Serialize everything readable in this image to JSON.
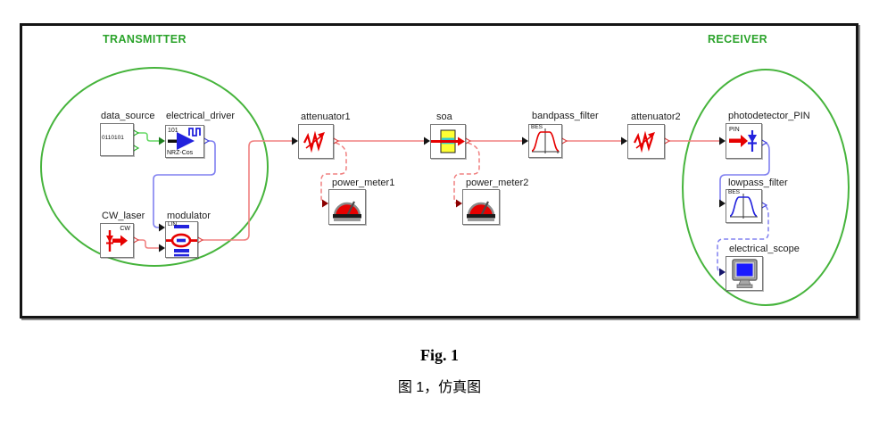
{
  "regions": {
    "transmitter": "TRANSMITTER",
    "receiver": "RECEIVER"
  },
  "blocks": {
    "data_source": {
      "label": "data_source",
      "inner": "0110101"
    },
    "electrical_driver": {
      "label": "electrical_driver",
      "top_text": "101",
      "bottom_text": "NRZ-Cos"
    },
    "cw_laser": {
      "label": "CW_laser",
      "inner": "CW"
    },
    "modulator": {
      "label": "modulator",
      "inner": "LIN"
    },
    "attenuator1": {
      "label": "attenuator1"
    },
    "power_meter1": {
      "label": "power_meter1"
    },
    "soa": {
      "label": "soa"
    },
    "power_meter2": {
      "label": "power_meter2"
    },
    "bandpass_filter": {
      "label": "bandpass_filter",
      "inner": "BES"
    },
    "attenuator2": {
      "label": "attenuator2"
    },
    "photodetector_pin": {
      "label": "photodetector_PIN",
      "inner": "PIN"
    },
    "lowpass_filter": {
      "label": "lowpass_filter",
      "inner": "BES"
    },
    "electrical_scope": {
      "label": "electrical_scope"
    }
  },
  "caption": {
    "fig": "Fig. 1",
    "zh": "图 1，仿真图"
  },
  "colors": {
    "region_text_green": "#2ba32b",
    "ellipse_green": "#46b43c",
    "optical_wire_red": "#f08080",
    "electrical_wire_blue": "#8080f0",
    "data_wire_green": "#66d966",
    "icon_red": "#e60000",
    "icon_blue": "#2222dd",
    "soa_yellow": "#ffff33",
    "scope_screen_blue": "#1a1aff"
  }
}
